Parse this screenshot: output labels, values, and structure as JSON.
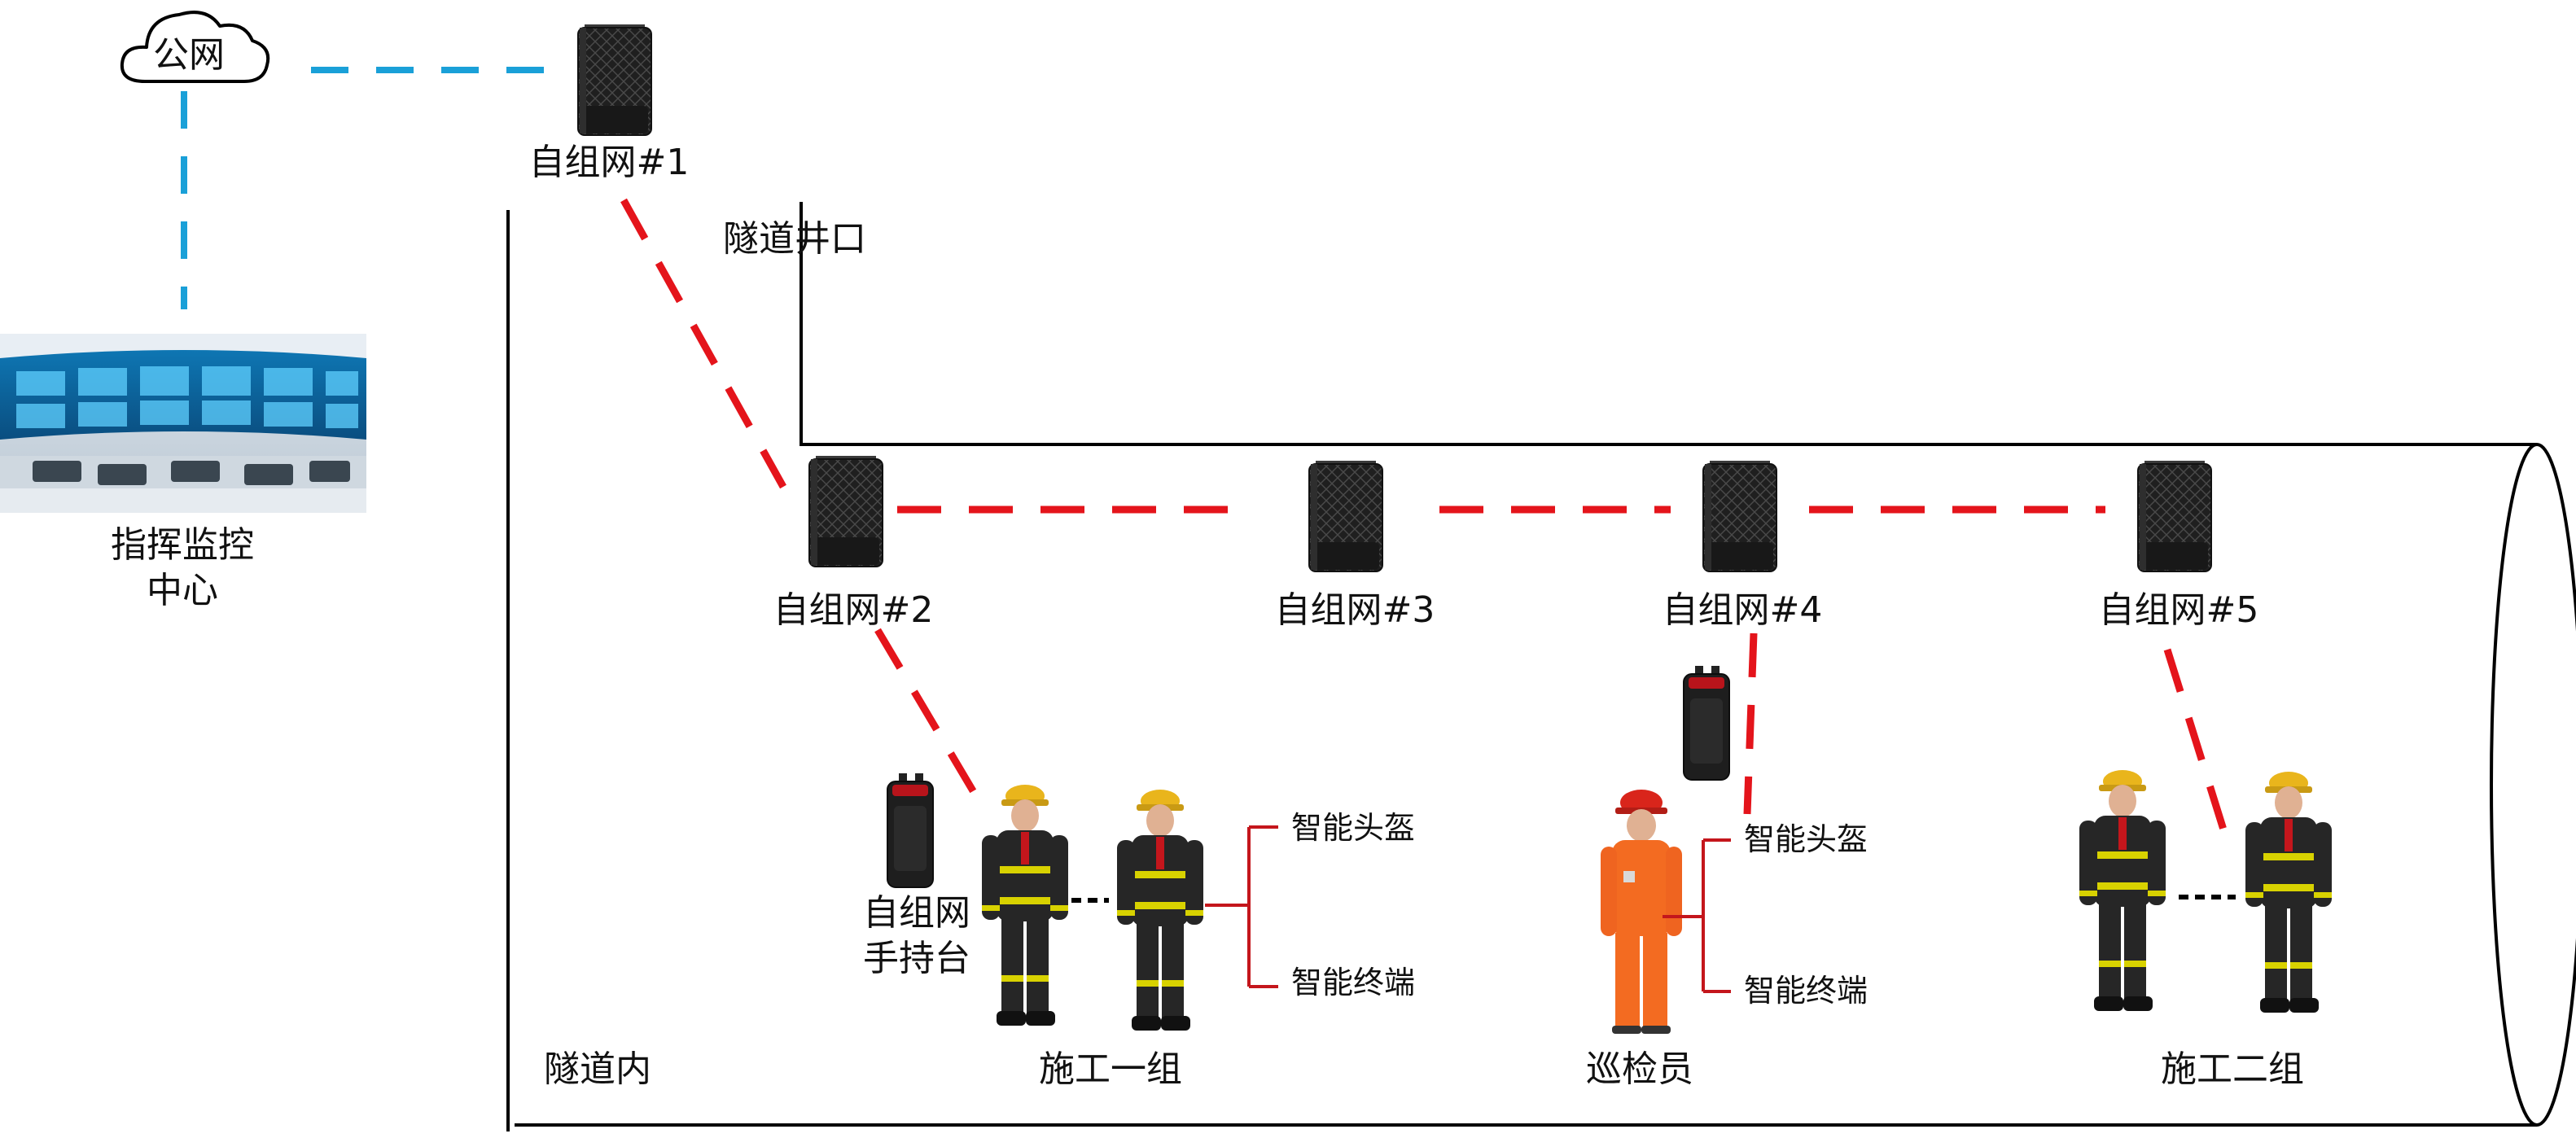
{
  "colors": {
    "public_link": "#1aa0d8",
    "mesh_link": "#e4141b",
    "line": "#000000",
    "device": "#1f1f1f",
    "suit_dark": "#262626",
    "suit_stripe": "#d8d200",
    "patrol_suit": "#f36b21",
    "helmet_yellow": "#e9b51c",
    "helmet_red": "#d9251b"
  },
  "nodes": {
    "cloud": "公网",
    "command_center_line1": "指挥监控",
    "command_center_line2": "中心",
    "mesh1": "自组网#1",
    "mesh2": "自组网#2",
    "mesh3": "自组网#3",
    "mesh4": "自组网#4",
    "mesh5": "自组网#5",
    "handheld_line1": "自组网",
    "handheld_line2": "手持台"
  },
  "areas": {
    "tunnel_shaft": "隧道井口",
    "tunnel_inside": "隧道内"
  },
  "groups": {
    "team1": "施工一组",
    "patrol": "巡检员",
    "team2": "施工二组"
  },
  "equipment": {
    "team1_top": "智能头盔",
    "team1_bottom": "智能终端",
    "patrol_top": "智能头盔",
    "patrol_bottom": "智能终端"
  }
}
